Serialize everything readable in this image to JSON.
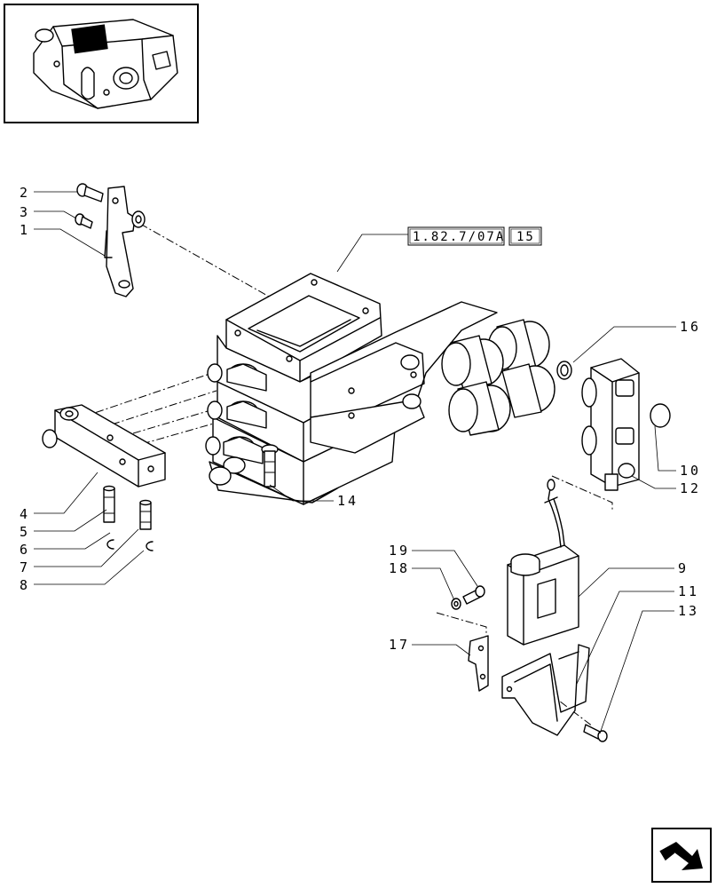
{
  "reference": {
    "code": "1.82.7/07A",
    "page": "15"
  },
  "callouts": {
    "c1": "1",
    "c2": "2",
    "c3": "3",
    "c4": "4",
    "c5": "5",
    "c6": "6",
    "c7": "7",
    "c8": "8",
    "c9": "9",
    "c10": "10",
    "c11": "11",
    "c12": "12",
    "c13": "13",
    "c14": "14",
    "c16": "16",
    "c17": "17",
    "c18": "18",
    "c19": "19"
  },
  "icons": {
    "thumbnail": "component-location-thumbnail",
    "navigation": "next-page-arrow-icon"
  }
}
